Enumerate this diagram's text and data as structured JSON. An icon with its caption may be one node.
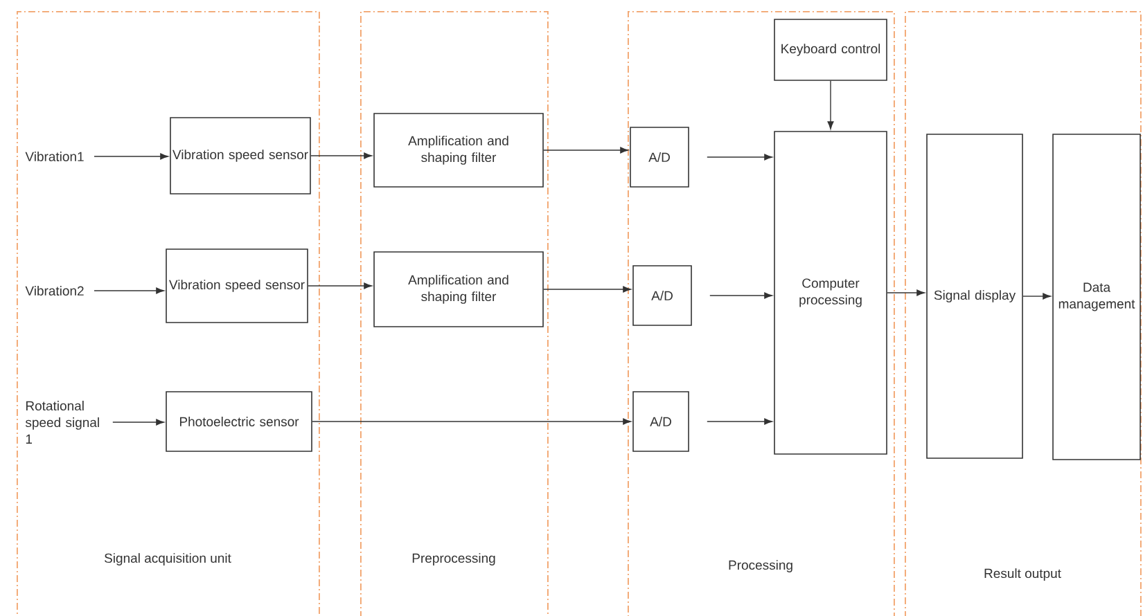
{
  "diagram": {
    "nodes": [
      {
        "text": [
          "Signal acquisition unit"
        ]
      },
      {
        "text": [
          "Preprocessing"
        ]
      },
      {
        "text": [
          "Processing"
        ]
      },
      {
        "text": [
          "Result output"
        ]
      },
      {
        "text": [
          "Vibration1"
        ],
        "in": 0
      },
      {
        "text": [
          "Vibration speed sensor"
        ],
        "in": 0
      },
      {
        "text": [
          "Vibration2"
        ],
        "in": 0
      },
      {
        "text": [
          "Vibration speed sensor"
        ],
        "in": 0
      },
      {
        "text": [
          "Rotational speed signal 1"
        ],
        "in": 0
      },
      {
        "text": [
          "Photoelectric sensor"
        ],
        "in": 0
      },
      {
        "text": [
          "Amplification and shaping filter"
        ],
        "in": 1
      },
      {
        "text": [
          "Amplification and shaping filter"
        ],
        "in": 1
      },
      {
        "text": [
          "Keyboard control"
        ],
        "in": 2
      },
      {
        "text": [
          "A/D"
        ],
        "in": 2
      },
      {
        "text": [
          "A/D"
        ],
        "in": 2
      },
      {
        "text": [
          "A/D"
        ],
        "in": 2
      },
      {
        "text": [
          "Computer processing"
        ],
        "in": 2
      },
      {
        "text": [
          "Signal display"
        ],
        "in": 3
      },
      {
        "text": [
          "Data management"
        ],
        "in": 3
      }
    ],
    "edges": [
      {
        "from": 4,
        "to": 5,
        "arrow": "to"
      },
      {
        "from": 5,
        "to": 10,
        "arrow": "to"
      },
      {
        "from": 10,
        "to": 13,
        "arrow": "to"
      },
      {
        "from": 6,
        "to": 7,
        "arrow": "to"
      },
      {
        "from": 7,
        "to": 11,
        "arrow": "to"
      },
      {
        "from": 11,
        "to": 14,
        "arrow": "to"
      },
      {
        "from": 8,
        "to": 9,
        "arrow": "to"
      },
      {
        "from": 9,
        "to": 15,
        "arrow": "to"
      },
      {
        "from": 13,
        "to": 16,
        "arrow": "to"
      },
      {
        "from": 14,
        "to": 16,
        "arrow": "to"
      },
      {
        "from": 15,
        "to": 16,
        "arrow": "to"
      },
      {
        "from": 12,
        "to": 16,
        "arrow": "to"
      },
      {
        "from": 16,
        "to": 17,
        "arrow": "to"
      },
      {
        "from": 17,
        "to": 18,
        "arrow": "to"
      }
    ]
  }
}
